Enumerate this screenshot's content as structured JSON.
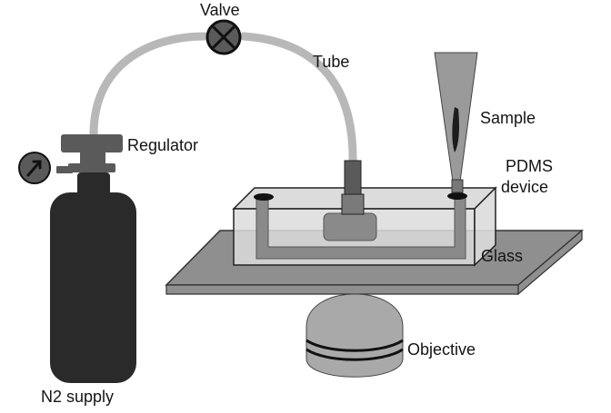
{
  "labels": {
    "valve": "Valve",
    "tube": "Tube",
    "sample": "Sample",
    "regulator": "Regulator",
    "pdms_line1": "PDMS",
    "pdms_line2": "device",
    "glass": "Glass",
    "objective": "Objective",
    "n2_supply": "N2 supply"
  },
  "colors": {
    "cylinder": "#2a2a2a",
    "regulator": "#5a5a5a",
    "tube": "#b8b8b8",
    "glass": "#8f8f8f",
    "pdms": "#dcdcdc",
    "channel": "#8a8a8a",
    "objective": "#a9a9a9",
    "tip": "#9a9a9a",
    "sample": "#1c1c1c"
  }
}
